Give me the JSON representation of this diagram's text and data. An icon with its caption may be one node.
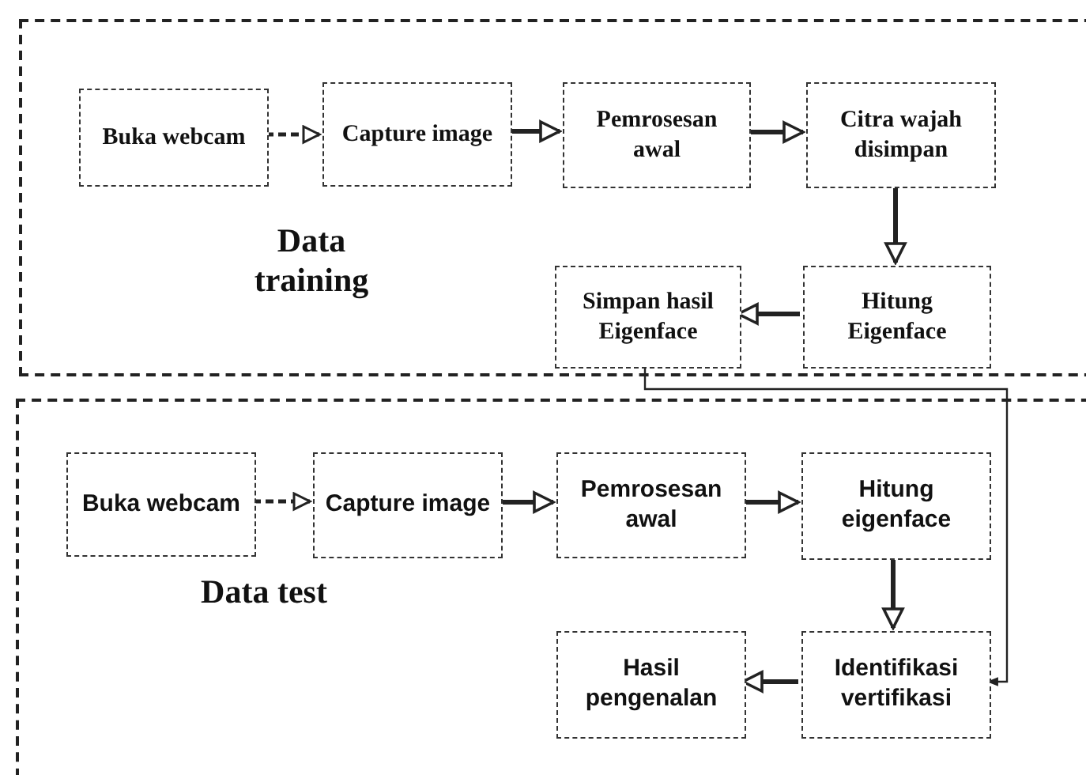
{
  "diagram": {
    "nodes": [
      {
        "text": [
          "Data training"
        ]
      },
      {
        "text": [
          "Buka webcam"
        ],
        "in": 0
      },
      {
        "text": [
          "Capture image"
        ],
        "in": 0
      },
      {
        "text": [
          "Pemrosesan awal"
        ],
        "in": 0
      },
      {
        "text": [
          "Citra wajah disimpan"
        ],
        "in": 0
      },
      {
        "text": [
          "Simpan hasil Eigenface"
        ],
        "in": 0
      },
      {
        "text": [
          "Hitung Eigenface"
        ],
        "in": 0
      },
      {
        "text": [
          "Data test"
        ]
      },
      {
        "text": [
          "Buka webcam"
        ],
        "in": 7
      },
      {
        "text": [
          "Capture image"
        ],
        "in": 7
      },
      {
        "text": [
          "Pemrosesan awal"
        ],
        "in": 7
      },
      {
        "text": [
          "Hitung eigenface"
        ],
        "in": 7
      },
      {
        "text": [
          "Hasil pengenalan"
        ],
        "in": 7
      },
      {
        "text": [
          "Identifikasi vertifikasi"
        ],
        "in": 7
      }
    ],
    "edges": [
      {
        "from": 1,
        "to": 2,
        "arrow": "to",
        "style": "dashed"
      },
      {
        "from": 2,
        "to": 3,
        "arrow": "to"
      },
      {
        "from": 3,
        "to": 4,
        "arrow": "to"
      },
      {
        "from": 4,
        "to": 6,
        "arrow": "to"
      },
      {
        "from": 6,
        "to": 5,
        "arrow": "to"
      },
      {
        "from": 5,
        "to": 13,
        "arrow": "to"
      },
      {
        "from": 8,
        "to": 9,
        "arrow": "to",
        "style": "dashed"
      },
      {
        "from": 9,
        "to": 10,
        "arrow": "to"
      },
      {
        "from": 10,
        "to": 11,
        "arrow": "to"
      },
      {
        "from": 11,
        "to": 13,
        "arrow": "to"
      },
      {
        "from": 13,
        "to": 12,
        "arrow": "to"
      }
    ]
  }
}
